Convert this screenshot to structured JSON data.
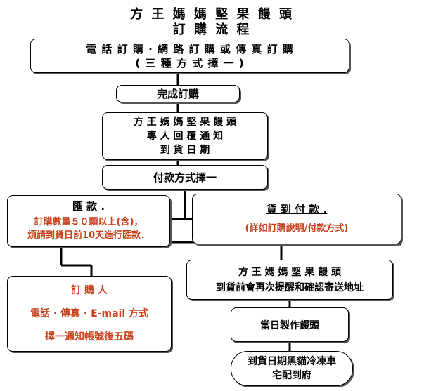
{
  "title": {
    "line1": "方 王 媽 媽 堅 果 饅 頭",
    "line2": "訂 購 流 程"
  },
  "box_order": {
    "line1": "電 話 訂 購 · 網 路 訂 購 或 傳 真 訂 購",
    "line2": "( 三 種 方 式 擇 一 )"
  },
  "box_complete": {
    "line1": "完成訂購"
  },
  "box_reply": {
    "line1": "方 王 媽 媽 堅 果 饅 頭",
    "line2": "專 人 回 覆 通 知",
    "line3": "到 貨 日 期"
  },
  "box_payment": {
    "line1": "付款方式擇一"
  },
  "box_remit": {
    "heading": "匯 款 .",
    "line1": "訂購數量５０顆以上(含)，",
    "line2": "煩請到貨日前10天進行匯款．"
  },
  "box_cod": {
    "heading": "貨 到 付 款   .",
    "line1": "(詳如訂購說明/付款方式)"
  },
  "box_buyer": {
    "line1": "訂 購 人",
    "line2": "電話 · 傳真 · E-mail 方式",
    "line3": "擇一通知帳號後五碼"
  },
  "box_confirm": {
    "line1": "方 王 媽 媽 堅 果 饅 頭",
    "line2": "到貨前會再次提醒和確認寄送地址"
  },
  "box_make": {
    "line1": "當日製作饅頭"
  },
  "box_deliver": {
    "line1": "到貨日期黑貓冷凍車",
    "line2": "宅配到府"
  },
  "colors": {
    "accent_text": "#c8401a",
    "border": "#000000",
    "background": "#ffffff"
  }
}
